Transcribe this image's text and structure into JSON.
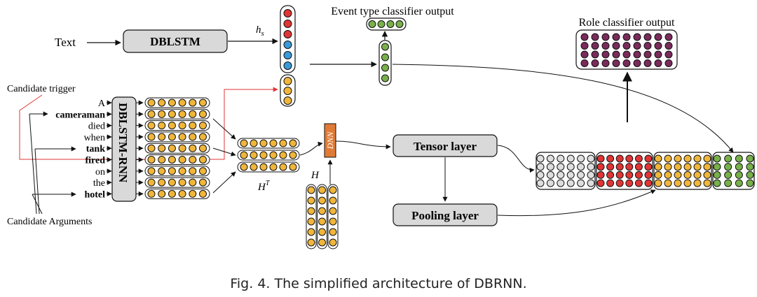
{
  "labels": {
    "text_input": "Text",
    "dblstm_top": "DBLSTM",
    "hs": "h",
    "hs_sub": "s",
    "event_output": "Event type classifier output",
    "role_output": "Role classifier output",
    "candidate_trigger": "Candidate trigger",
    "candidate_arguments": "Candidate Arguments",
    "dblstm_rnn": "DBLSTM-RNN",
    "ht": "H",
    "ht_sup": "T",
    "h": "H",
    "dnn": "DNN",
    "tensor_layer": "Tensor layer",
    "pooling_layer": "Pooling layer",
    "caption": "Fig. 4.  The simplified architecture of DBRNN."
  },
  "sentence": [
    {
      "word": "A",
      "bold": false
    },
    {
      "word": "cameraman",
      "bold": true
    },
    {
      "word": "died",
      "bold": false
    },
    {
      "word": "when",
      "bold": false
    },
    {
      "word": "tank",
      "bold": true
    },
    {
      "word": "fired",
      "bold": true
    },
    {
      "word": "on",
      "bold": false
    },
    {
      "word": "the",
      "bold": false
    },
    {
      "word": "hotel",
      "bold": true
    }
  ],
  "colors": {
    "orange": "#f0b63a",
    "green": "#78b04a",
    "purple": "#7a2b5c",
    "red": "#e03535",
    "blue": "#3a9ad8",
    "gray_node": "#dedede",
    "box_fill": "#d9d9d9",
    "dnn_fill": "#e07a36",
    "trigger_line": "#e03535"
  }
}
